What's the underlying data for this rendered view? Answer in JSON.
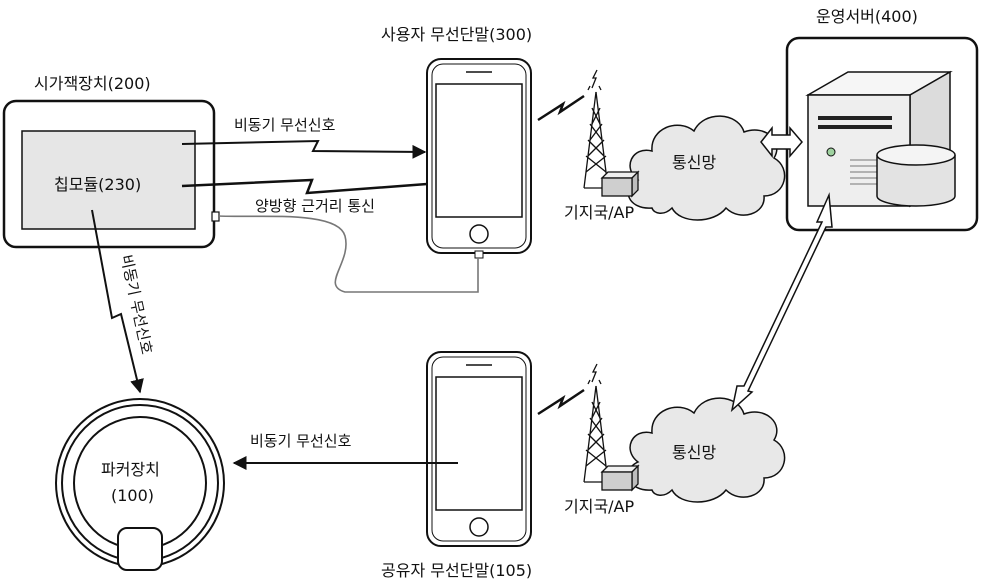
{
  "labels": {
    "watch_device": "시가잭장치(200)",
    "chip_module": "칩모듈(230)",
    "user_terminal": "사용자 무선단말(300)",
    "operation_server": "운영서버(400)",
    "parker_name": "파커장치",
    "parker_number": "(100)",
    "share_terminal": "공유자 무선단말(105)",
    "network_top": "통신망",
    "network_bottom": "통신망",
    "base_station_top": "기지국/AP",
    "base_station_bottom": "기지국/AP",
    "async_signal_top": "비동기 무선신호",
    "bidirectional_short": "양방향 근거리 통신",
    "async_signal_vertical": "비동기 무선신호",
    "async_signal_bottom": "비동기 무선신호"
  },
  "colors": {
    "line": "#111111",
    "module_fill": "#e6e6e6",
    "cloud_fill": "#e8e8e8",
    "server_fill": "#eeeeee",
    "white": "#ffffff"
  },
  "icons": {
    "server": "server-icon",
    "tower": "antenna-tower-icon",
    "phone": "smartphone-icon",
    "cloud": "cloud-icon",
    "lightning": "lightning-icon"
  }
}
